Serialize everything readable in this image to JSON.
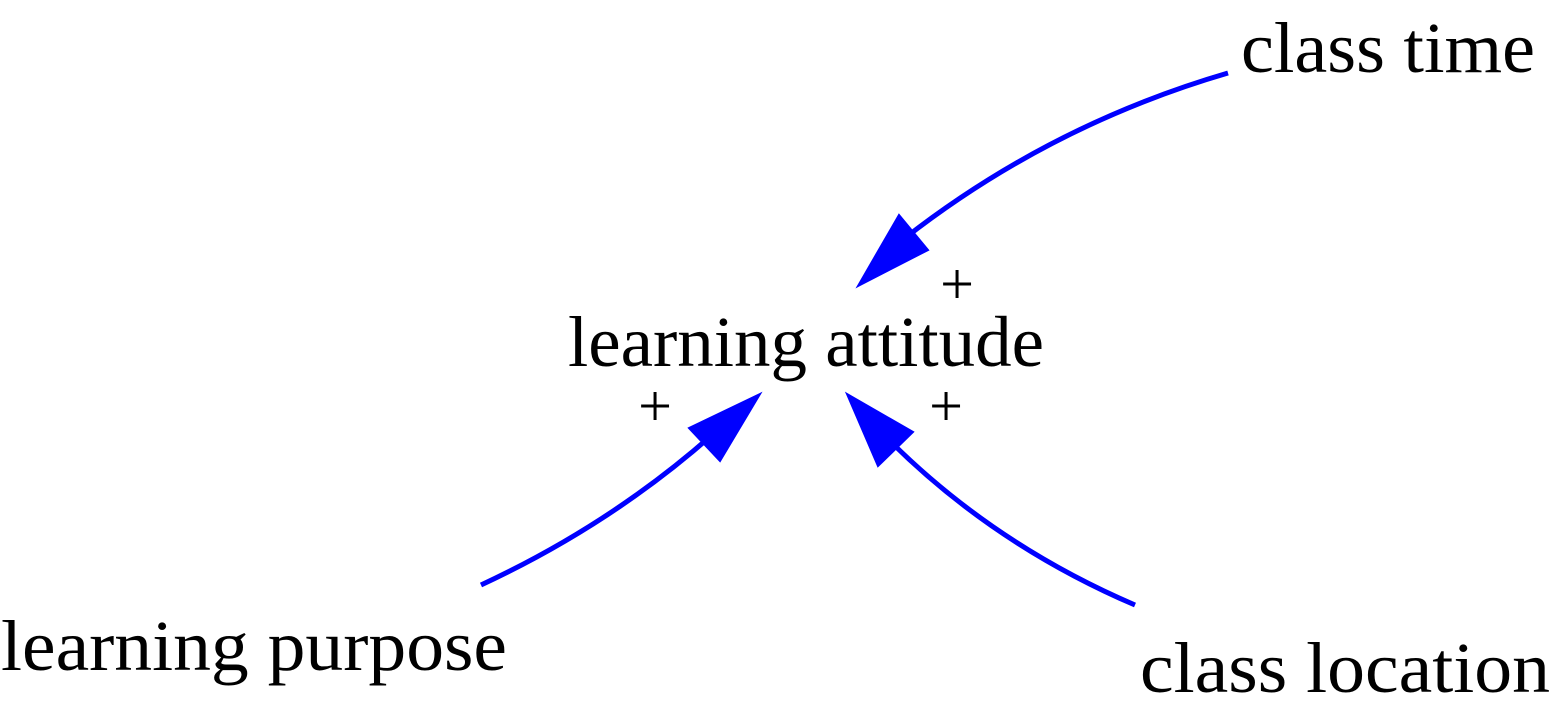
{
  "diagram": {
    "nodes": {
      "learning_attitude": "learning attitude",
      "class_time": "class time",
      "learning_purpose": "learning purpose",
      "class_location": "class location"
    },
    "links": [
      {
        "from": "class time",
        "to": "learning attitude",
        "polarity": "+"
      },
      {
        "from": "learning purpose",
        "to": "learning attitude",
        "polarity": "+"
      },
      {
        "from": "class location",
        "to": "learning attitude",
        "polarity": "+"
      }
    ],
    "colors": {
      "link": "#0000ff",
      "text": "#000000",
      "background": "#ffffff"
    }
  }
}
